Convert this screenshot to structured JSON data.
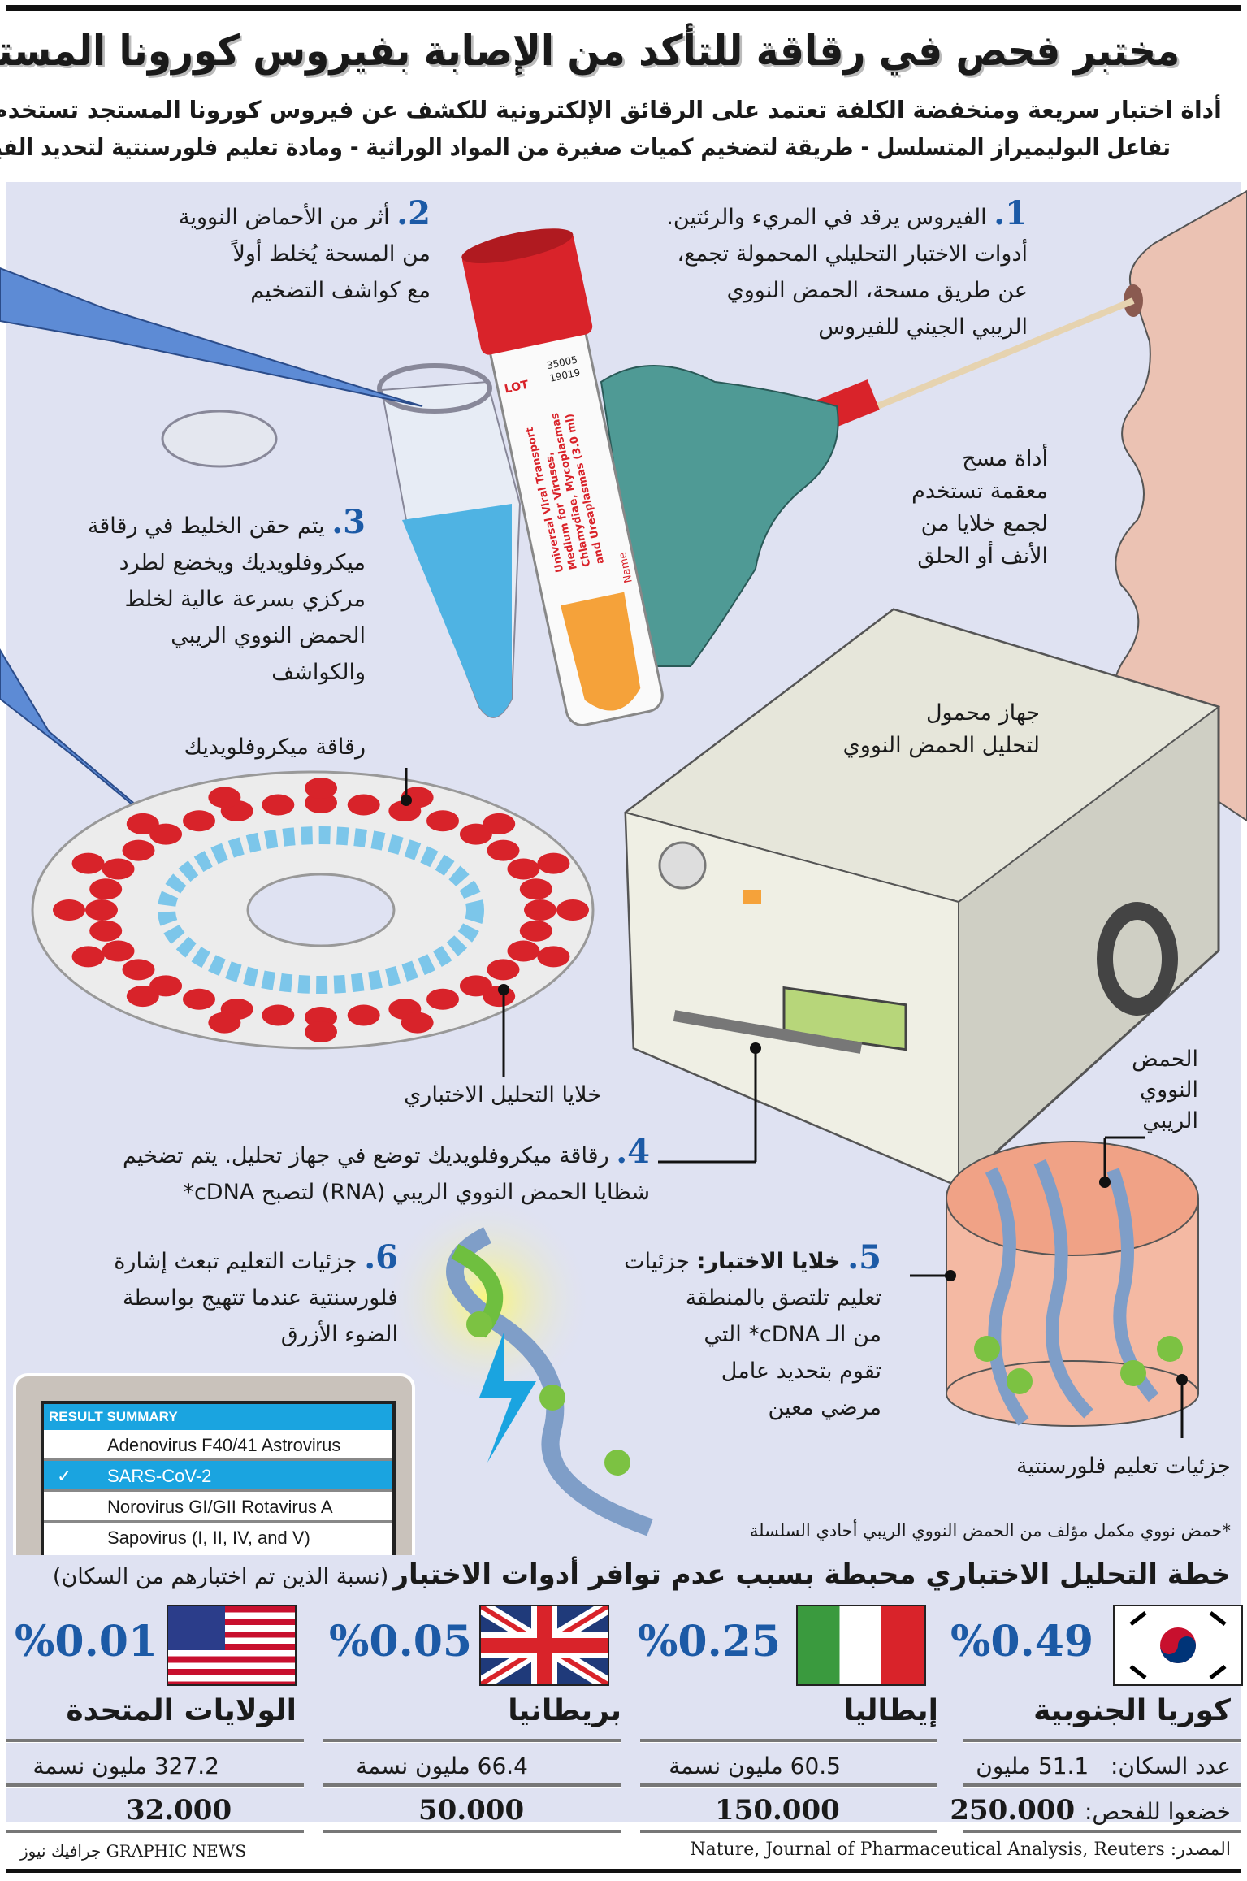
{
  "header": {
    "title": "مختبر فحص في رقاقة للتأكد من الإصابة بفيروس كورونا المستجد",
    "subtitle_line1": "أداة اختبار سريعة ومنخفضة الكلفة تعتمد على الرقائق الإلكترونية للكشف عن فيروس كورونا المستجد تستخدم",
    "subtitle_line2": "تفاعل البوليميراز المتسلسل - طريقة لتضخيم كميات صغيرة من المواد الوراثية - ومادة تعليم فلورسنتية لتحديد الفيروس"
  },
  "steps": [
    {
      "num": "1.",
      "lines": [
        "الفيروس يرقد في المريء والرئتين.",
        "أدوات الاختبار التحليلي المحمولة تجمع،",
        "عن طريق مسحة، الحمض النووي",
        "الريبي الجيني للفيروس"
      ]
    },
    {
      "num": "2.",
      "lines": [
        "أثر من الأحماض النووية",
        "من المسحة يُخلط أولاً",
        "مع كواشف التضخيم"
      ]
    },
    {
      "num": "3.",
      "lines": [
        "يتم حقن الخليط في رقاقة",
        "ميكروفلويديك ويخضع لطرد",
        "مركزي بسرعة عالية لخلط",
        "الحمض النووي الريبي",
        "والكواشف"
      ]
    },
    {
      "num": "4.",
      "lines": [
        "رقاقة ميكروفلويديك توضع في جهاز تحليل. يتم تضخيم",
        "شظايا الحمض النووي الريبي (RNA) لتصبح cDNA*"
      ]
    },
    {
      "num": "5.",
      "bold": "خلايا الاختبار:",
      "lines": [
        "جزئيات",
        "تعليم تلتصق بالمنطقة",
        "من الـ cDNA* التي",
        "تقوم بتحديد عامل",
        "مرضي معين"
      ]
    },
    {
      "num": "6.",
      "lines": [
        "جزئيات التعليم تبعث إشارة",
        "فلورسنتية عندما تتهيج بواسطة",
        "الضوء الأزرق"
      ]
    }
  ],
  "labels": {
    "swab": [
      "أداة مسح",
      "معقمة تستخدم",
      "لجمع خلايا من",
      "الأنف أو الحلق"
    ],
    "device": [
      "جهاز محمول",
      "لتحليل الحمض النووي"
    ],
    "chip": "رقاقة ميكروفلويديك",
    "test_cells": "خلايا التحليل الاختباري",
    "rna": [
      "الحمض",
      "النووي",
      "الريبي"
    ],
    "fluorescent": "جزئيات تعليم فلورسنتية",
    "tube_text": [
      "Universal Viral Transport",
      "Medium for Viruses,",
      "Chlamydiae, Mycoplasmas",
      "and Ureaplasmas (3.0 ml)"
    ],
    "tube_lot": "LOT",
    "tube_code": [
      "35005",
      "19019"
    ],
    "tube_name": "Name"
  },
  "result_summary": {
    "title": "RESULT SUMMARY",
    "items": [
      {
        "label": "Adenovirus F40/41 Astrovirus",
        "selected": false
      },
      {
        "label": "SARS-CoV-2",
        "selected": true
      },
      {
        "label": "Norovirus GI/GII Rotavirus A",
        "selected": false
      },
      {
        "label": "Sapovirus (I, II, IV, and V)",
        "selected": false
      }
    ]
  },
  "footnote": "*حمض نووي مكمل مؤلف من الحمض النووي الريبي أحادي السلسلة",
  "comparison": {
    "heading": "خطة التحليل الاختباري محبطة بسبب عدم توافر أدوات الاختبار",
    "heading_note": "(نسبة الذين تم اختبارهم من  السكان)",
    "population_label": "عدد السكان:",
    "tested_label": "خضعوا للفحص:",
    "countries": [
      {
        "name": "كوريا الجنوبية",
        "flag": "south-korea",
        "percent": "%0.49",
        "population": "51.1 مليون",
        "tested": "250.000"
      },
      {
        "name": "إيطاليا",
        "flag": "italy",
        "percent": "%0.25",
        "population": "60.5 مليون نسمة",
        "tested": "150.000"
      },
      {
        "name": "بريطانيا",
        "flag": "uk",
        "percent": "%0.05",
        "population": "66.4 مليون نسمة",
        "tested": "50.000"
      },
      {
        "name": "الولايات المتحدة",
        "flag": "usa",
        "percent": "%0.01",
        "population": "327.2 مليون نسمة",
        "tested": "32.000"
      }
    ]
  },
  "footer": {
    "source": "المصدر: Nature, Journal of Pharmaceutical Analysis, Reuters",
    "credit": "GRAPHIC NEWS جرافيك نيوز"
  },
  "colors": {
    "accent": "#1c5aa6",
    "panel": "#dfe2f2",
    "screen_blue": "#1aa4e0",
    "chip_red": "#d8232a"
  }
}
